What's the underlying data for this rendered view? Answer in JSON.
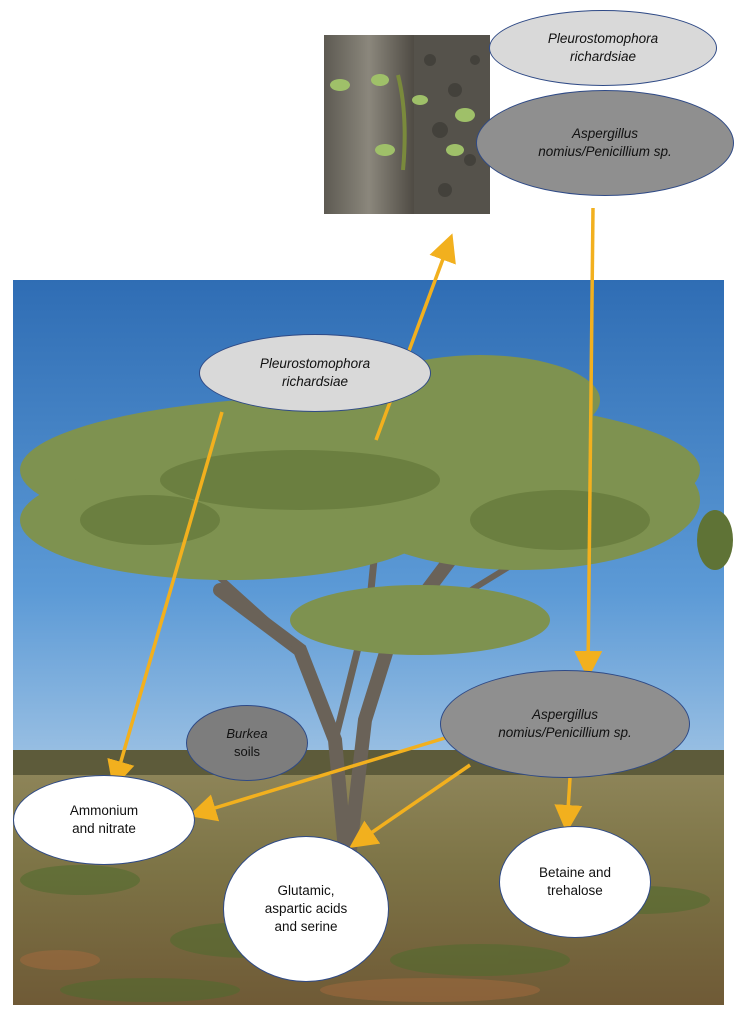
{
  "colors": {
    "arrow": "#F2B01E",
    "node_border": "#2F4A86",
    "node_light": "#D9D9D9",
    "node_dark": "#8F8F8F",
    "node_white": "#FFFFFF",
    "sky": "#3F7FC4",
    "ground": "#8A7A4E",
    "foliage": "#7E9250"
  },
  "icons": {
    "tree_photo": "acacia-tree-savanna-photo",
    "bark_photo": "tree-bark-closeup-photo"
  },
  "nodes": {
    "top_pleuro": {
      "line1": "Pleurostomophora",
      "line2": "richardsiae"
    },
    "top_asper": {
      "line1": "Aspergillus",
      "line2": "nomius/Penicillium sp."
    },
    "mid_pleuro": {
      "line1": "Pleurostomophora",
      "line2": "richardsiae"
    },
    "mid_asper": {
      "line1": "Aspergillus",
      "line2": "nomius/Penicillium sp."
    },
    "burkea": {
      "line1": "Burkea",
      "line2": "soils"
    },
    "ammonium": {
      "line1": "Ammonium",
      "line2": "and nitrate"
    },
    "glutamic": {
      "line1": "Glutamic,",
      "line2": "aspartic acids",
      "line3": "and serine"
    },
    "betaine": {
      "line1": "Betaine and",
      "line2": "trehalose"
    }
  }
}
